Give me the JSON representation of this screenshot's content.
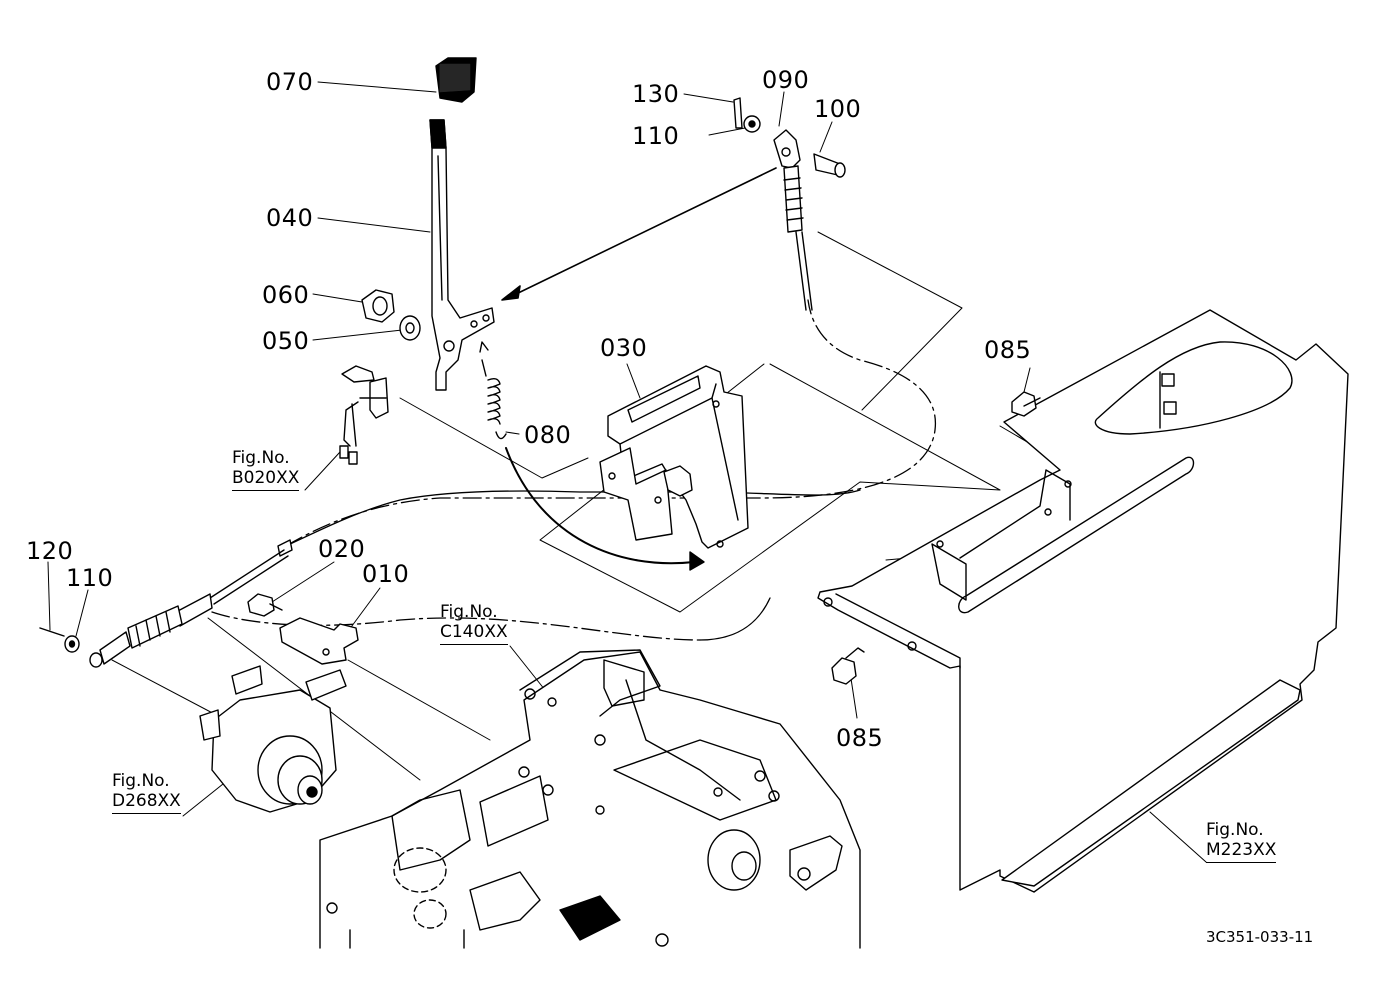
{
  "parts": {
    "p070": "070",
    "p040": "040",
    "p060": "060",
    "p050": "050",
    "p080": "080",
    "p030": "030",
    "p130": "130",
    "p090": "090",
    "p100": "100",
    "p110_top": "110",
    "p085_top": "085",
    "p085_bottom": "085",
    "p120": "120",
    "p110_left": "110",
    "p020": "020",
    "p010": "010"
  },
  "figure_refs": [
    {
      "prefix": "Fig.No.",
      "number": "B020XX"
    },
    {
      "prefix": "Fig.No.",
      "number": "C140XX"
    },
    {
      "prefix": "Fig.No.",
      "number": "D268XX"
    },
    {
      "prefix": "Fig.No.",
      "number": "M223XX"
    }
  ],
  "drawing_code": "3C351-033-11"
}
